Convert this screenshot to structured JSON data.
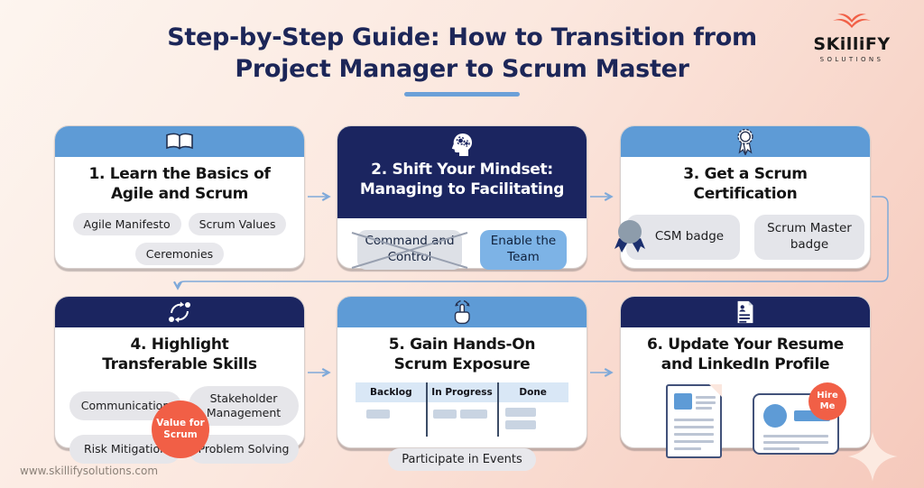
{
  "header": {
    "title_lines": [
      "Step-by-Step Guide: How to Transition from",
      "Project Manager to Scrum Master"
    ]
  },
  "logo": {
    "brand": "SKilliFY",
    "sub": "SOLUTIONS",
    "icon": "flying-book-icon"
  },
  "footer": {
    "site": "www.skillifysolutions.com"
  },
  "colors": {
    "navy": "#1B2560",
    "light_blue": "#5E9BD6",
    "highlight_blue": "#7DB3E6",
    "orange": "#F15F46",
    "pill_gray": "#E8E8EC",
    "arrow_blue": "#7FA9D9",
    "title_navy": "#1C2658",
    "background_top": "#FDF4EE",
    "background_bottom": "#F5C9BC"
  },
  "cards": [
    {
      "step": 1,
      "icon": "open-book-icon",
      "header_color": "light_blue",
      "title_lines": [
        "1. Learn the Basics of",
        "Agile and Scrum"
      ],
      "tags": [
        "Agile Manifesto",
        "Scrum Values",
        "Ceremonies"
      ]
    },
    {
      "step": 2,
      "icon": "head-gears-icon",
      "header_color": "navy",
      "title_lines": [
        "2. Shift Your Mindset:",
        "Managing to Facilitating"
      ],
      "crossed_out": "Command and Control",
      "highlighted": "Enable the Team"
    },
    {
      "step": 3,
      "icon": "award-ribbon-icon",
      "header_color": "light_blue",
      "title_lines": [
        "3. Get a Scrum",
        "Certification"
      ],
      "badges": [
        "CSM badge",
        "Scrum Master badge"
      ]
    },
    {
      "step": 4,
      "icon": "transfer-arrows-icon",
      "header_color": "navy",
      "title_lines": [
        "4. Highlight",
        "Transferable Skills"
      ],
      "skills": [
        "Communication",
        "Stakeholder Management",
        "Risk Mitigation",
        "Problem Solving"
      ],
      "center_badge": "Value for Scrum"
    },
    {
      "step": 5,
      "icon": "tap-hand-icon",
      "header_color": "light_blue",
      "title_lines": [
        "5. Gain Hands-On",
        "Scrum Exposure"
      ],
      "kanban": {
        "columns": [
          "Backlog",
          "In Progress",
          "Done"
        ]
      },
      "tag": "Participate in Events"
    },
    {
      "step": 6,
      "icon": "resume-icon",
      "header_color": "navy",
      "title_lines": [
        "6. Update Your Resume",
        "and LinkedIn Profile"
      ],
      "badge": "Hire Me"
    }
  ]
}
